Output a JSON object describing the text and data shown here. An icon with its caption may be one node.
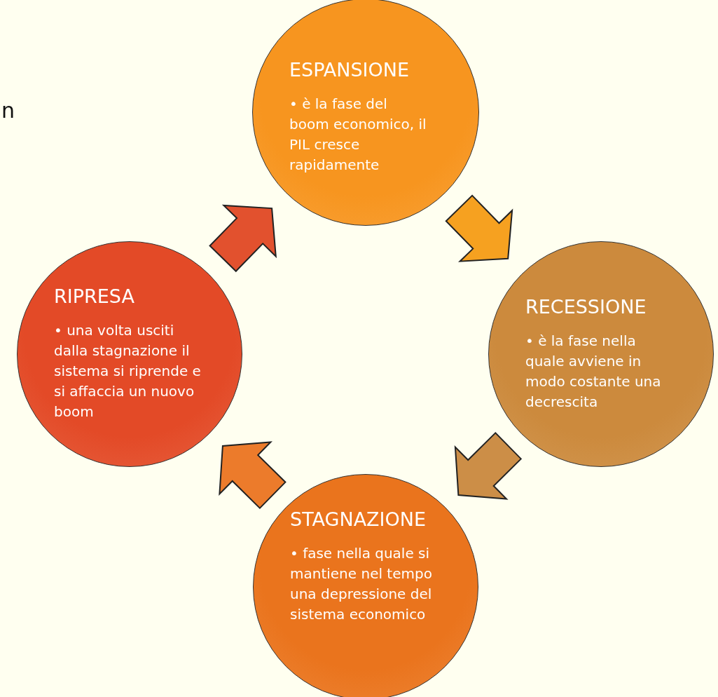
{
  "diagram": {
    "nodes": [
      {
        "text": [
          "ESPANSIONE",
          "• è la fase del boom economico, il PIL cresce rapidamente"
        ]
      },
      {
        "text": [
          "RECESSIONE",
          "• è la fase nella quale avviene in modo costante una decrescita"
        ]
      },
      {
        "text": [
          "STAGNAZIONE",
          "• fase nella quale si mantiene nel tempo una depressione del sistema economico"
        ]
      },
      {
        "text": [
          "RIPRESA",
          "• una volta usciti dalla stagnazione il sistema si riprende e si affaccia un nuovo boom"
        ]
      }
    ],
    "edges": [
      {
        "from": 3,
        "to": 0,
        "arrow": "to",
        "color": "#e2512e"
      },
      {
        "from": 0,
        "to": 1,
        "arrow": "to",
        "color": "#f6a120"
      },
      {
        "from": 1,
        "to": 2,
        "arrow": "to",
        "color": "#cc8e47"
      },
      {
        "from": 2,
        "to": 3,
        "arrow": "to",
        "color": "#ec7b2b"
      }
    ],
    "labels": [
      "n"
    ]
  }
}
